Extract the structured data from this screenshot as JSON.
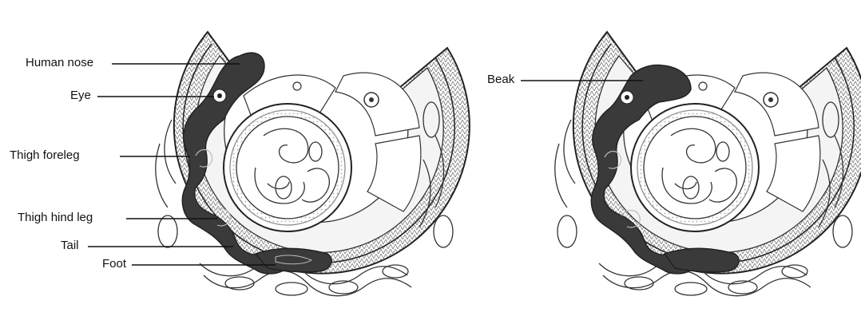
{
  "colors": {
    "background": "#ffffff",
    "outline": "#222222",
    "dark_figure": "#3a3a3a",
    "light_fill": "#f0f0f0",
    "rim_fill": "#e4e4e4"
  },
  "panels": [
    {
      "labels": {
        "human_nose": "Human nose",
        "eye": "Eye",
        "thigh_foreleg": "Thigh foreleg",
        "thigh_hind_leg": "Thigh hind leg",
        "tail": "Tail",
        "foot": "Foot"
      }
    },
    {
      "labels": {
        "beak": "Beak"
      }
    }
  ]
}
